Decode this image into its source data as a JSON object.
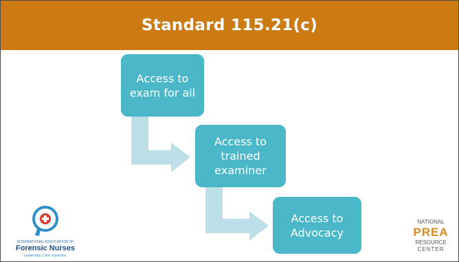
{
  "header": {
    "title": "Standard 115.21(c)"
  },
  "diagram": {
    "steps": [
      {
        "label": "Access to exam for all"
      },
      {
        "label": "Access to trained examiner"
      },
      {
        "label": "Access to Advocacy"
      }
    ]
  },
  "logos": {
    "left": {
      "org_line": "INTERNATIONAL ASSOCIATION OF",
      "name": "Forensic Nurses",
      "tagline": "Leadership. Care. Expertise."
    },
    "right": {
      "line1": "NATIONAL",
      "line2": "PREA",
      "line3": "RESOURCE",
      "line4": "CENTER"
    }
  },
  "colors": {
    "title_bar": "#cc7a12",
    "box": "#4ab8c8",
    "arrow": "#bde0e8",
    "prea_orange": "#d98a1f"
  }
}
